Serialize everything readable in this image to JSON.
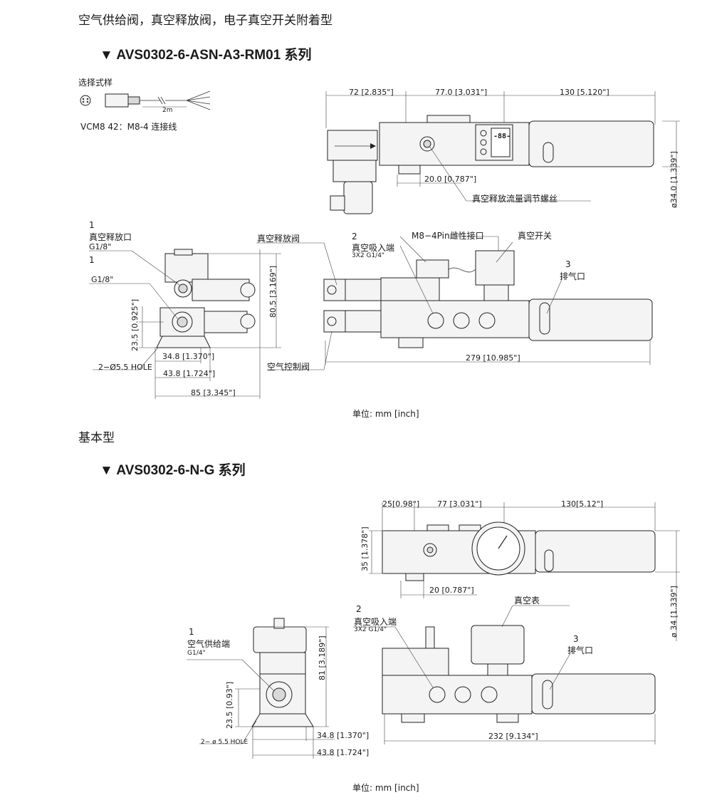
{
  "page": {
    "title": "空气供给阀，真空释放阀，电子真空开关附着型",
    "section1_heading": "▼ AVS0302-6-ASN-A3-RM01 系列",
    "section2_title": "基本型",
    "section2_heading": "▼ AVS0302-6-N-G  系列",
    "unit_label": "单位: mm [inch]"
  },
  "option": {
    "title": "选择式样",
    "cable_length": "2m",
    "caption": "VCM8 42：M8-4 连接线"
  },
  "diagram1": {
    "top_dims": [
      "72 [2.835\"]",
      "77.0 [3.031\"]",
      "130 [5.120\"]"
    ],
    "dim_20": "20.0 [0.787\"]",
    "dim_dia": "ø34.0 [1.339\"]",
    "screw_label": "真空释放流量调节螺丝",
    "port1_no": "1",
    "port1_label": "真空释放口",
    "port1_size": "G1/8\"",
    "port1b_no": "1",
    "port1b_size": "G1/8\"",
    "valve_release": "真空释放阀",
    "port2_no": "2",
    "port2_label": "真空吸入端",
    "port2_size": "3X2 G1/4\"",
    "connector": "M8−4Pin雌性接口",
    "switch": "真空开关",
    "port3_no": "3",
    "port3_label": "排气口",
    "dim_805": "80.5 [3.169\"]",
    "dim_235": "23.5 [0.925\"]",
    "dim_348": "34.8 [1.370\"]",
    "dim_438": "43.8 [1.724\"]",
    "dim_85": "85 [3.345\"]",
    "hole": "2−Ø5.5 HOLE",
    "control_valve": "空气控制阀",
    "dim_279": "279 [10.985\"]",
    "display": "-88-"
  },
  "diagram2": {
    "top_dims": [
      "25[0.98\"]",
      "77  [3.031\"]",
      "130[5.12\"]"
    ],
    "dim_35": "35  [1.378\"]",
    "dim_20": "20 [0.787\"]",
    "gauge_label": "真空表",
    "dim_dia": "ø 34  [1.339\"]",
    "port2_no": "2",
    "port2_label": "真空吸入端",
    "port2_size": "3X2 G1/4\"",
    "port3_no": "3",
    "port3_label": "排气口",
    "port1_no": "1",
    "port1_label": "空气供给端",
    "port1_size": "G1/4\"",
    "dim_81": "81 [3.189\"]",
    "dim_235": "23.5 [0.93\"]",
    "hole": "2− ø 5.5 HOLE",
    "dim_348": "34.8 [1.370\"]",
    "dim_438": "43.8 [1.724\"]",
    "dim_232": "232  [9.134\"]"
  }
}
